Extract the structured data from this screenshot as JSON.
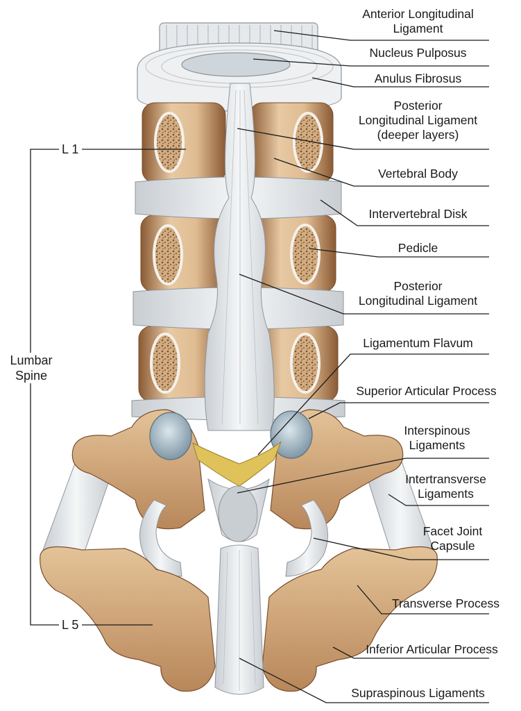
{
  "labels": {
    "anterior_longitudinal_ligament": [
      "Anterior Longitudinal",
      "Ligament"
    ],
    "nucleus_pulposus": [
      "Nucleus Pulposus"
    ],
    "anulus_fibrosus": [
      "Anulus Fibrosus"
    ],
    "posterior_longitudinal_ligament_deep": [
      "Posterior",
      "Longitudinal Ligament",
      "(deeper layers)"
    ],
    "vertebral_body": [
      "Vertebral Body"
    ],
    "intervertebral_disk": [
      "Intervertebral Disk"
    ],
    "pedicle": [
      "Pedicle"
    ],
    "posterior_longitudinal_ligament": [
      "Posterior",
      "Longitudinal Ligament"
    ],
    "ligamentum_flavum": [
      "Ligamentum Flavum"
    ],
    "superior_articular_process": [
      "Superior Articular Process"
    ],
    "interspinous_ligaments": [
      "Interspinous",
      "Ligaments"
    ],
    "intertransverse_ligaments": [
      "Intertransverse",
      "Ligaments"
    ],
    "facet_joint_capsule": [
      "Facet Joint",
      "Capsule"
    ],
    "transverse_process": [
      "Transverse Process"
    ],
    "inferior_articular_process": [
      "Inferior Articular Process"
    ],
    "supraspinous_ligaments": [
      "Supraspinous Ligaments"
    ]
  },
  "side_labels": {
    "l1": "L 1",
    "l5": "L 5",
    "lumbar_spine": [
      "Lumbar",
      "Spine"
    ]
  },
  "colors": {
    "bone": "#d9b48a",
    "bone_dark": "#a9784e",
    "ligament": "#e9ecee",
    "ligament_shade": "#c7ccd1",
    "cancellous": "#c9a27a",
    "cartilage": "#9fb3bf",
    "flavum": "#e0c25a",
    "line": "#1a1a1a"
  }
}
